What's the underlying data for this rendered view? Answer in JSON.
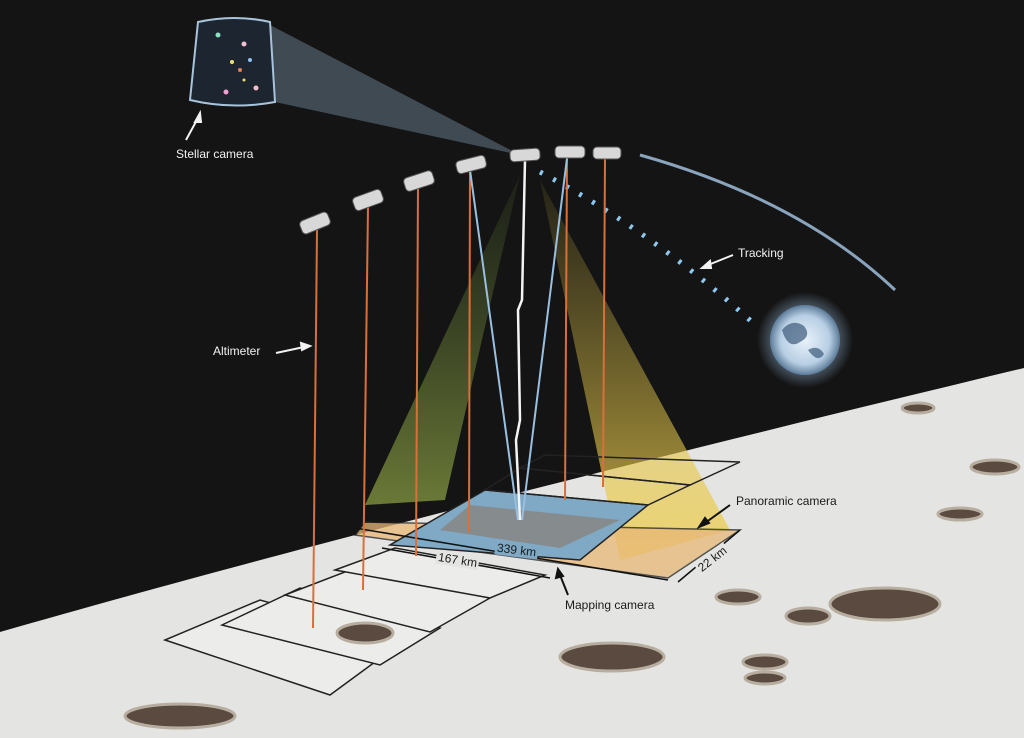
{
  "labels": {
    "stellar_camera": "Stellar camera",
    "tracking": "Tracking",
    "altimeter": "Altimeter",
    "panoramic_camera": "Panoramic camera",
    "mapping_camera": "Mapping camera",
    "dim_339": "339 km",
    "dim_167": "167 km",
    "dim_22": "22 km"
  },
  "colors": {
    "space": "#141414",
    "lunar_surface": "#e4e4e2",
    "altimeter_beam": "#d9703a",
    "mapping_footprint": "#7fa9c4",
    "panoramic_footprint": "#e8b878",
    "stellar_beam": "#8fb0c8",
    "earth": "#cfe0f0"
  }
}
